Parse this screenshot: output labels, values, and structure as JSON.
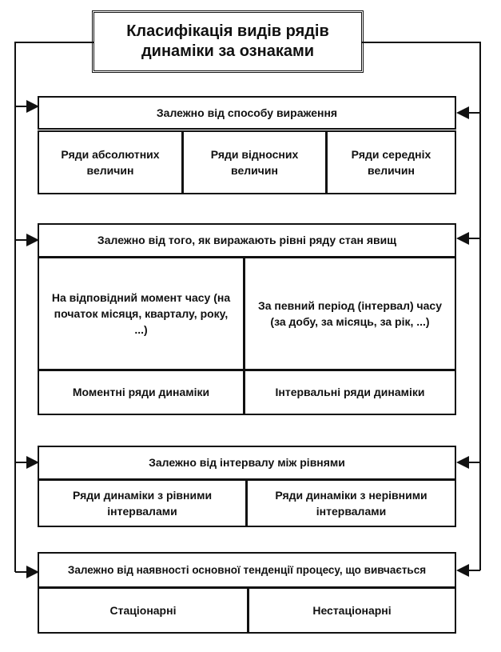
{
  "title": "Класифікація видів рядів динаміки за ознаками",
  "groups": [
    {
      "header": "Залежно від способу вираження",
      "items": [
        "Ряди абсолютних величин",
        "Ряди відносних величин",
        "Ряди середніх величин"
      ]
    },
    {
      "header": "Залежно від того, як виражають рівні ряду стан явищ",
      "descriptions": [
        "На відповідний момент часу (на початок місяця, кварталу, року, ...)",
        "За певний період (інтервал) часу (за добу, за місяць, за рік, ...)"
      ],
      "items": [
        "Моментні ряди динаміки",
        "Інтервальні ряди динаміки"
      ]
    },
    {
      "header": "Залежно від інтервалу між рівнями",
      "items": [
        "Ряди динаміки з рівними інтервалами",
        "Ряди динаміки з нерівними інтервалами"
      ]
    },
    {
      "header": "Залежно від наявності основної тенденції процесу, що вивчається",
      "items": [
        "Стаціонарні",
        "Нестаціонарні"
      ]
    }
  ],
  "colors": {
    "line": "#111111",
    "background": "#ffffff"
  }
}
